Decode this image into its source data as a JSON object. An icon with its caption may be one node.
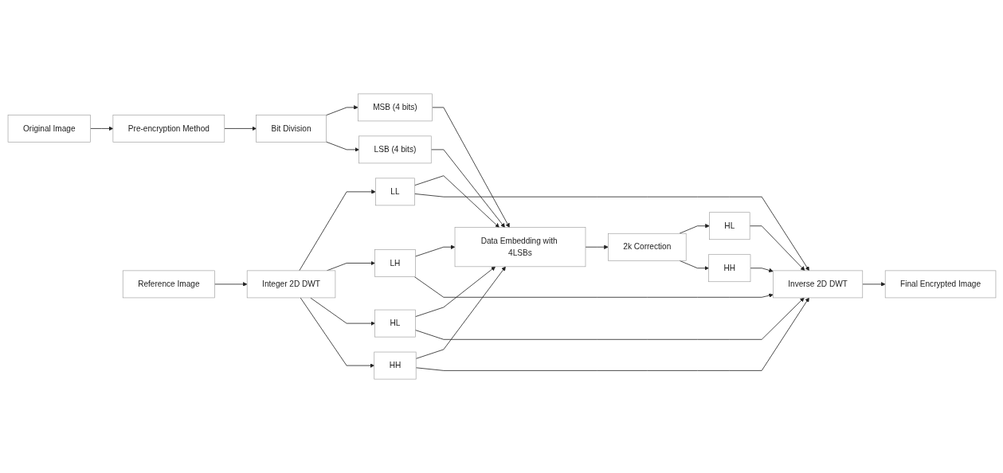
{
  "diagram": {
    "nodes": [
      {
        "text": [
          "Original Image"
        ]
      },
      {
        "text": [
          "Pre-encryption Method"
        ]
      },
      {
        "text": [
          "Bit Division"
        ]
      },
      {
        "text": [
          "MSB (4 bits)"
        ]
      },
      {
        "text": [
          "LSB (4 bits)"
        ]
      },
      {
        "text": [
          "Data Embedding with 4LSBs"
        ]
      },
      {
        "text": [
          "Reference Image"
        ]
      },
      {
        "text": [
          "LL"
        ]
      },
      {
        "text": [
          "LH"
        ]
      },
      {
        "text": [
          "Integer 2D DWT"
        ]
      },
      {
        "text": [
          "HL"
        ]
      },
      {
        "text": [
          "HH"
        ]
      },
      {
        "text": [
          "2k Correction"
        ]
      },
      {
        "text": [
          "HL"
        ]
      },
      {
        "text": [
          "HH"
        ]
      },
      {
        "text": [
          "Inverse 2D DWT"
        ]
      },
      {
        "text": [
          "Final Encrypted Image"
        ]
      }
    ],
    "edges": [
      {
        "from": 0,
        "to": 1,
        "arrow": "to"
      },
      {
        "from": 1,
        "to": 2,
        "arrow": "to"
      },
      {
        "from": 2,
        "to": 3,
        "arrow": "to"
      },
      {
        "from": 2,
        "to": 4,
        "arrow": "to"
      },
      {
        "from": 3,
        "to": 5,
        "arrow": "to"
      },
      {
        "from": 4,
        "to": 5,
        "arrow": "to"
      },
      {
        "from": 6,
        "to": 9,
        "arrow": "to"
      },
      {
        "from": 9,
        "to": 7,
        "arrow": "to"
      },
      {
        "from": 9,
        "to": 8,
        "arrow": "to"
      },
      {
        "from": 9,
        "to": 10,
        "arrow": "to"
      },
      {
        "from": 9,
        "to": 11,
        "arrow": "to"
      },
      {
        "from": 7,
        "to": 5,
        "arrow": "to"
      },
      {
        "from": 8,
        "to": 5,
        "arrow": "to"
      },
      {
        "from": 10,
        "to": 5,
        "arrow": "to"
      },
      {
        "from": 11,
        "to": 5,
        "arrow": "to"
      },
      {
        "from": 7,
        "to": 15,
        "arrow": "to"
      },
      {
        "from": 8,
        "to": 15,
        "arrow": "to"
      },
      {
        "from": 10,
        "to": 15,
        "arrow": "to"
      },
      {
        "from": 11,
        "to": 15,
        "arrow": "to"
      },
      {
        "from": 5,
        "to": 12,
        "arrow": "to"
      },
      {
        "from": 12,
        "to": 13,
        "arrow": "to"
      },
      {
        "from": 12,
        "to": 14,
        "arrow": "to"
      },
      {
        "from": 13,
        "to": 15,
        "arrow": "to"
      },
      {
        "from": 14,
        "to": 15,
        "arrow": "to"
      },
      {
        "from": 15,
        "to": 16,
        "arrow": "to"
      }
    ]
  }
}
